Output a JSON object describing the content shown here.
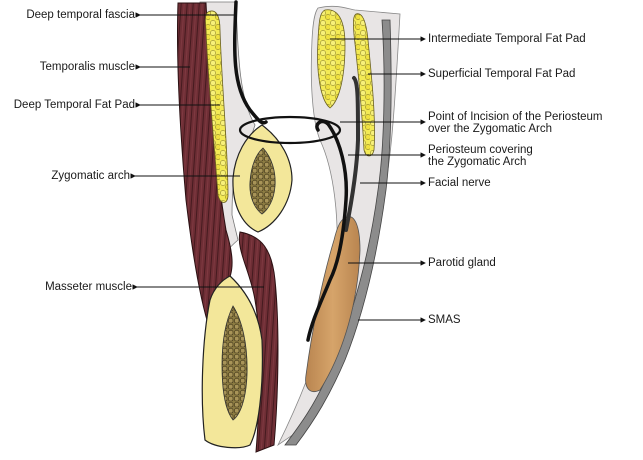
{
  "figure": {
    "title": "Anatomy of the temporal region and zygomatic arch (cross-section)",
    "left_labels": [
      {
        "id": "deep-temporal-fascia",
        "text": "Deep temporal fascia"
      },
      {
        "id": "temporalis-muscle",
        "text": "Temporalis muscle"
      },
      {
        "id": "deep-temporal-fat-pad",
        "text": "Deep Temporal Fat Pad"
      },
      {
        "id": "zygomatic-arch",
        "text": "Zygomatic arch"
      },
      {
        "id": "masseter-muscle",
        "text": "Masseter muscle"
      }
    ],
    "right_labels": [
      {
        "id": "intermediate-temporal-fat-pad",
        "lines": [
          "Intermediate Temporal Fat Pad"
        ]
      },
      {
        "id": "superficial-temporal-fat-pad",
        "lines": [
          "Superficial Temporal Fat Pad"
        ]
      },
      {
        "id": "point-of-incision",
        "lines": [
          "Point of Incision of the Periosteum",
          "over the Zygomatic Arch"
        ]
      },
      {
        "id": "periosteum-covering",
        "lines": [
          "Periosteum covering",
          "the Zygomatic Arch"
        ]
      },
      {
        "id": "facial-nerve",
        "lines": [
          "Facial nerve"
        ]
      },
      {
        "id": "parotid-gland",
        "lines": [
          "Parotid gland"
        ]
      },
      {
        "id": "smas",
        "lines": [
          "SMAS"
        ]
      }
    ],
    "colors": {
      "muscle": "#6e2e35",
      "fat": "#f0e64a",
      "fascia": "#e6e3e3",
      "bone_cortex": "#f3e7a0",
      "marrow": "#7a6a3a",
      "parotid": "#c8955a",
      "smas": "#8a8a8a",
      "nerve": "#111111"
    }
  }
}
